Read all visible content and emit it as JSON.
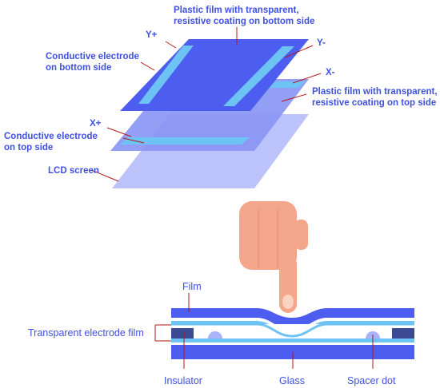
{
  "exploded_view": {
    "y_plus": "Y+",
    "y_minus": "Y-",
    "x_plus": "X+",
    "x_minus": "X-",
    "top_film": [
      "Plastic film with transparent,",
      "resistive coating on bottom side"
    ],
    "bottom_film": [
      "Plastic film with transparent,",
      "resistive coating on top side"
    ],
    "electrode_bottom": [
      "Conductive electrode",
      "on bottom side"
    ],
    "electrode_top": [
      "Conductive electrode",
      "on top side"
    ],
    "lcd": "LCD screen"
  },
  "cross_section": {
    "film": "Film",
    "electrode_film": "Transparent electrode film",
    "insulator": "Insulator",
    "glass": "Glass",
    "spacer": "Spacer dot"
  },
  "colors": {
    "layer_dark": "#4c5df0",
    "layer_mid": "#7f8cf2",
    "layer_light": "#bcc2fa",
    "electrode_strip": "#6ec3f5",
    "label_text": "#3f51e0",
    "leader_line": "#b31818",
    "finger": "#f4a68a"
  }
}
